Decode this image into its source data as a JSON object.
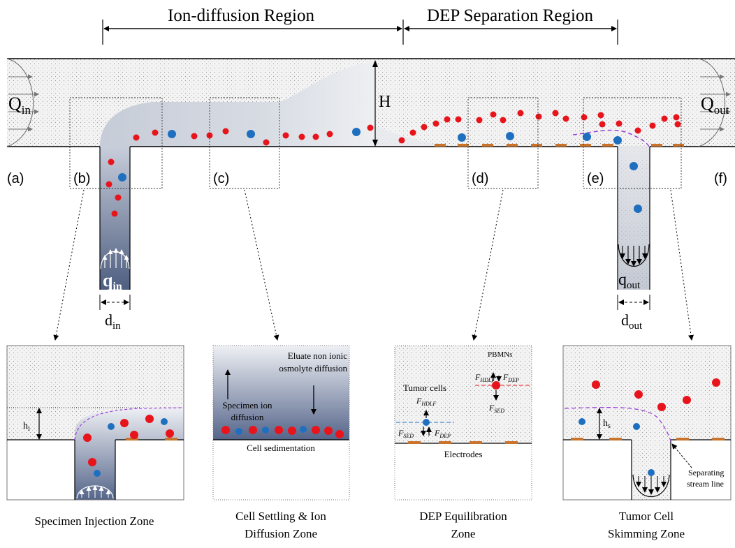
{
  "regions": {
    "ion_diffusion": "Ion-diffusion Region",
    "dep_separation": "DEP Separation Region"
  },
  "main": {
    "height_label": "H",
    "q_in_main": "Q",
    "q_in_main_sub": "in",
    "q_out_main": "Q",
    "q_out_main_sub": "out",
    "q_in_small": "q",
    "q_in_small_sub": "in",
    "q_out_small": "q",
    "q_out_small_sub": "out",
    "d_in": "d",
    "d_in_sub": "in",
    "d_out": "d",
    "d_out_sub": "out"
  },
  "markers": {
    "a": "(a)",
    "b": "(b)",
    "c": "(c)",
    "d": "(d)",
    "e": "(e)",
    "f": "(f)"
  },
  "insets": {
    "b": {
      "label_h": "h",
      "label_h_sub": "i"
    },
    "c": {
      "eluate": [
        "Eluate non ionic",
        "osmolyte diffusion"
      ],
      "specimen": [
        "Specimen ion",
        "diffusion"
      ],
      "sedimentation": "Cell sedimentation"
    },
    "d": {
      "pbmns": "PBMNs",
      "tumor": "Tumor cells",
      "electrodes": "Electrodes",
      "f_hdlf": "F",
      "f_hdlf_sub": "HDLF",
      "f_dep": "F",
      "f_dep_sub": "DEP",
      "f_sed": "F",
      "f_sed_sub": "SED"
    },
    "e": {
      "label_h": "h",
      "label_h_sub": "s",
      "separating": [
        "Separating",
        "stream line"
      ]
    }
  },
  "captions": {
    "b": [
      "Specimen Injection Zone"
    ],
    "c": [
      "Cell Settling & Ion",
      "Diffusion Zone"
    ],
    "d": [
      "DEP Equilibration",
      "Zone"
    ],
    "e": [
      "Tumor Cell",
      "Skimming Zone"
    ]
  },
  "colors": {
    "red_cell": "#e8141c",
    "blue_cell": "#1f6fc0",
    "electrode": "#c8742c",
    "purple_line": "#9b3fd6",
    "specimen_dark": "#5a6a8a",
    "specimen_light": "#dfe3ea"
  }
}
